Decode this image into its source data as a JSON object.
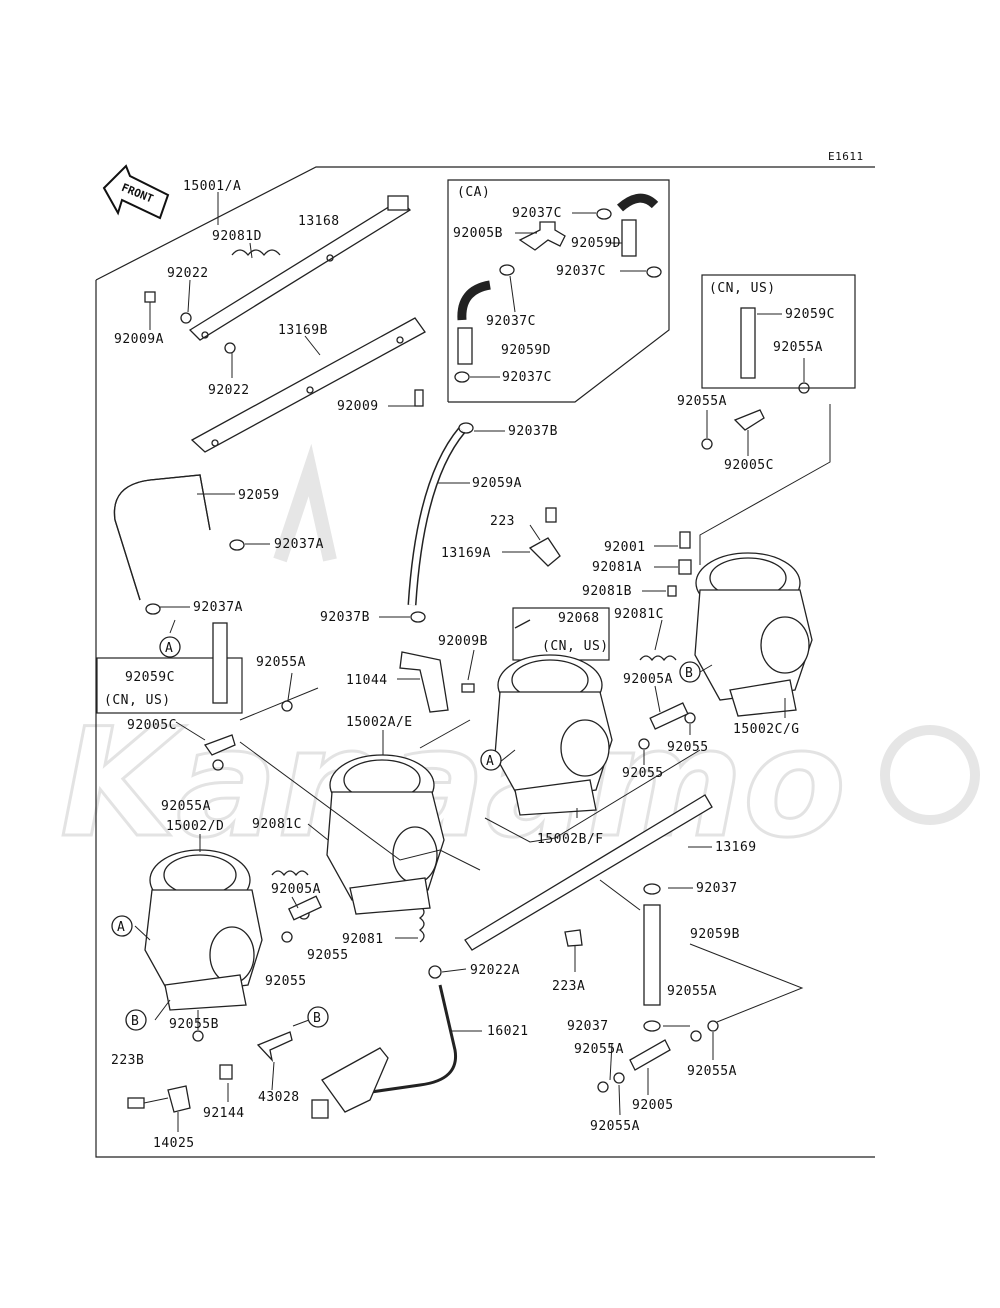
{
  "diagram_code": "E1611",
  "front_label": "FRONT",
  "watermark_text": "Kanaamo",
  "groups": {
    "ca": "(CA)",
    "cn_us_1": "(CN, US)",
    "cn_us_2": "(CN, US)",
    "cn_us_3": "(CN, US)"
  },
  "callouts": {
    "a": "A",
    "b": "B"
  },
  "labels": {
    "p15001A": "15001/A",
    "p13168": "13168",
    "p92081D": "92081D",
    "p92022_top": "92022",
    "p92009A": "92009A",
    "p13169B": "13169B",
    "p92022_mid": "92022",
    "p92009": "92009",
    "p92037C_1": "92037C",
    "p92005B": "92005B",
    "p92059D_1": "92059D",
    "p92037C_2": "92037C",
    "p92037C_3": "92037C",
    "p92059D_2": "92059D",
    "p92037C_4": "92037C",
    "p92059C_right": "92059C",
    "p92055A_r1": "92055A",
    "p92055A_r2": "92055A",
    "p92005C_right": "92005C",
    "p92037B_top": "92037B",
    "p92059": "92059",
    "p92059A": "92059A",
    "p92037A_1": "92037A",
    "p92037A_2": "92037A",
    "p223": "223",
    "p13169A": "13169A",
    "p92001": "92001",
    "p92081A": "92081A",
    "p92081B": "92081B",
    "p92081C_right": "92081C",
    "p92068": "92068",
    "p92037B_mid": "92037B",
    "p92059C_left": "92059C",
    "p92055A_l1": "92055A",
    "p92009B": "92009B",
    "p11044": "11044",
    "p92005A_right": "92005A",
    "p92005C_left": "92005C",
    "p15002AE": "15002A/E",
    "p15002CG": "15002C/G",
    "p92055_r1": "92055",
    "p92055_r2": "92055",
    "p92055A_l2": "92055A",
    "p15002D": "15002/D",
    "p92081C_left": "92081C",
    "p15002BF": "15002B/F",
    "p13169": "13169",
    "p92005A_left": "92005A",
    "p92037_1": "92037",
    "p92055_l1": "92055",
    "p92081": "92081",
    "p92059B": "92059B",
    "p92022A": "92022A",
    "p223A": "223A",
    "p92055_l2": "92055",
    "p92055A_b1": "92055A",
    "p92055B": "92055B",
    "p92037_2": "92037",
    "p16021": "16021",
    "p92055A_b2": "92055A",
    "p92055A_b3": "92055A",
    "p223B": "223B",
    "p92144": "92144",
    "p43028": "43028",
    "p92005": "92005",
    "p14025": "14025",
    "p92055A_b4": "92055A"
  }
}
